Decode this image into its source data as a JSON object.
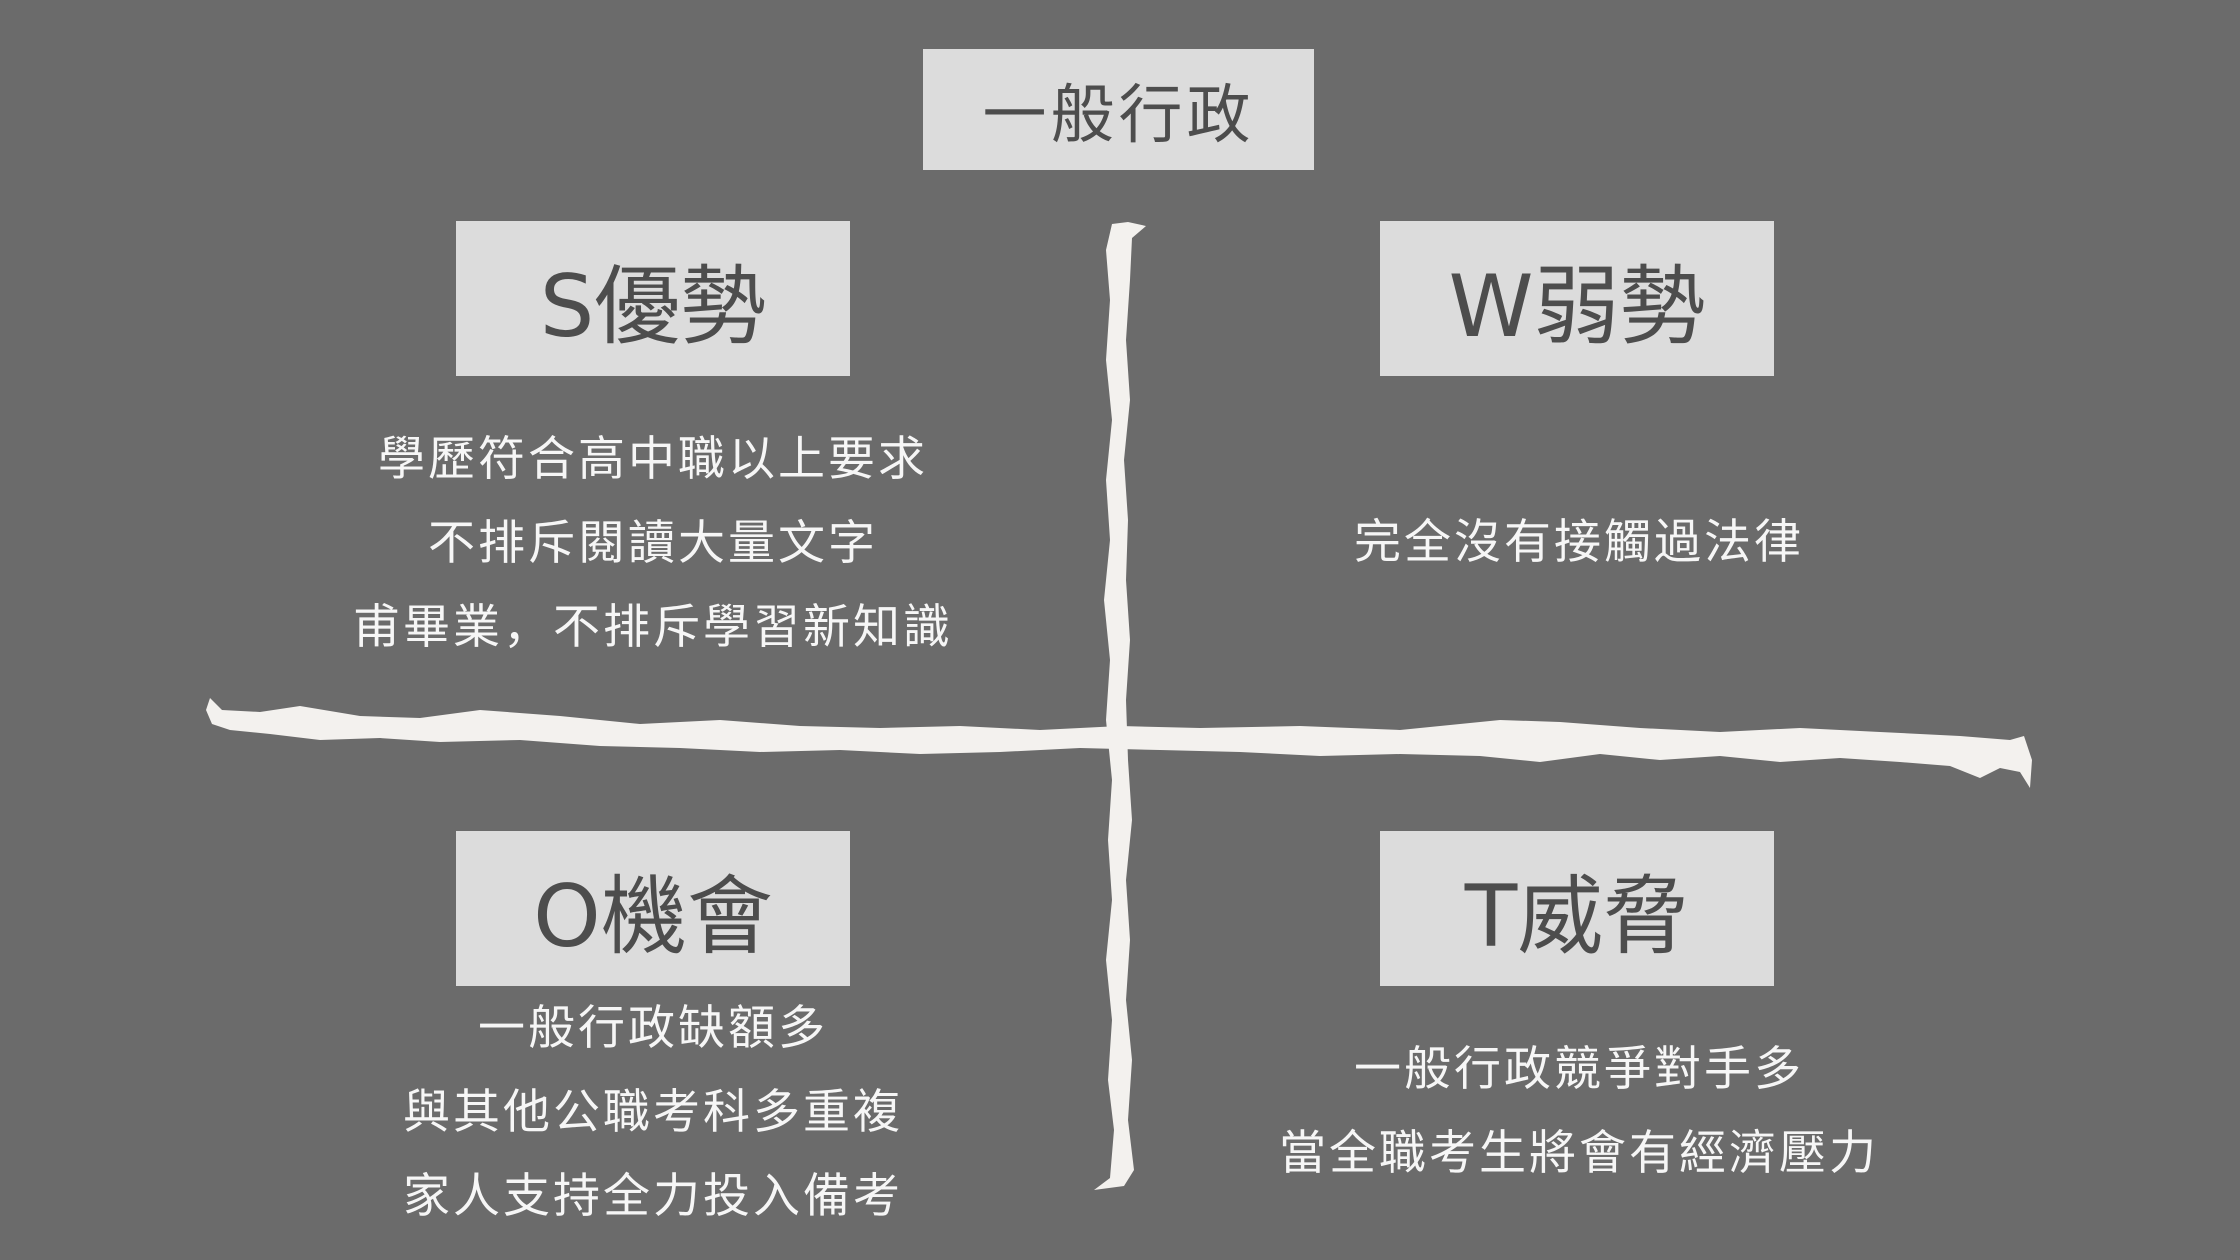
{
  "title": "一般行政",
  "quadrants": {
    "strengths": {
      "heading": "S優勢",
      "items": [
        "學歷符合高中職以上要求",
        "不排斥閱讀大量文字",
        "甫畢業，不排斥學習新知識"
      ]
    },
    "weaknesses": {
      "heading": "W弱勢",
      "items": [
        "完全沒有接觸過法律"
      ]
    },
    "opportunities": {
      "heading": "O機會",
      "items": [
        "一般行政缺額多",
        "與其他公職考科多重複",
        "家人支持全力投入備考"
      ]
    },
    "threats": {
      "heading": "T威脅",
      "items": [
        "一般行政競爭對手多",
        "當全職考生將會有經濟壓力"
      ]
    }
  },
  "colors": {
    "background": "#6b6b6b",
    "box": "#dcdcdc",
    "stroke": "#f3f1ee"
  }
}
